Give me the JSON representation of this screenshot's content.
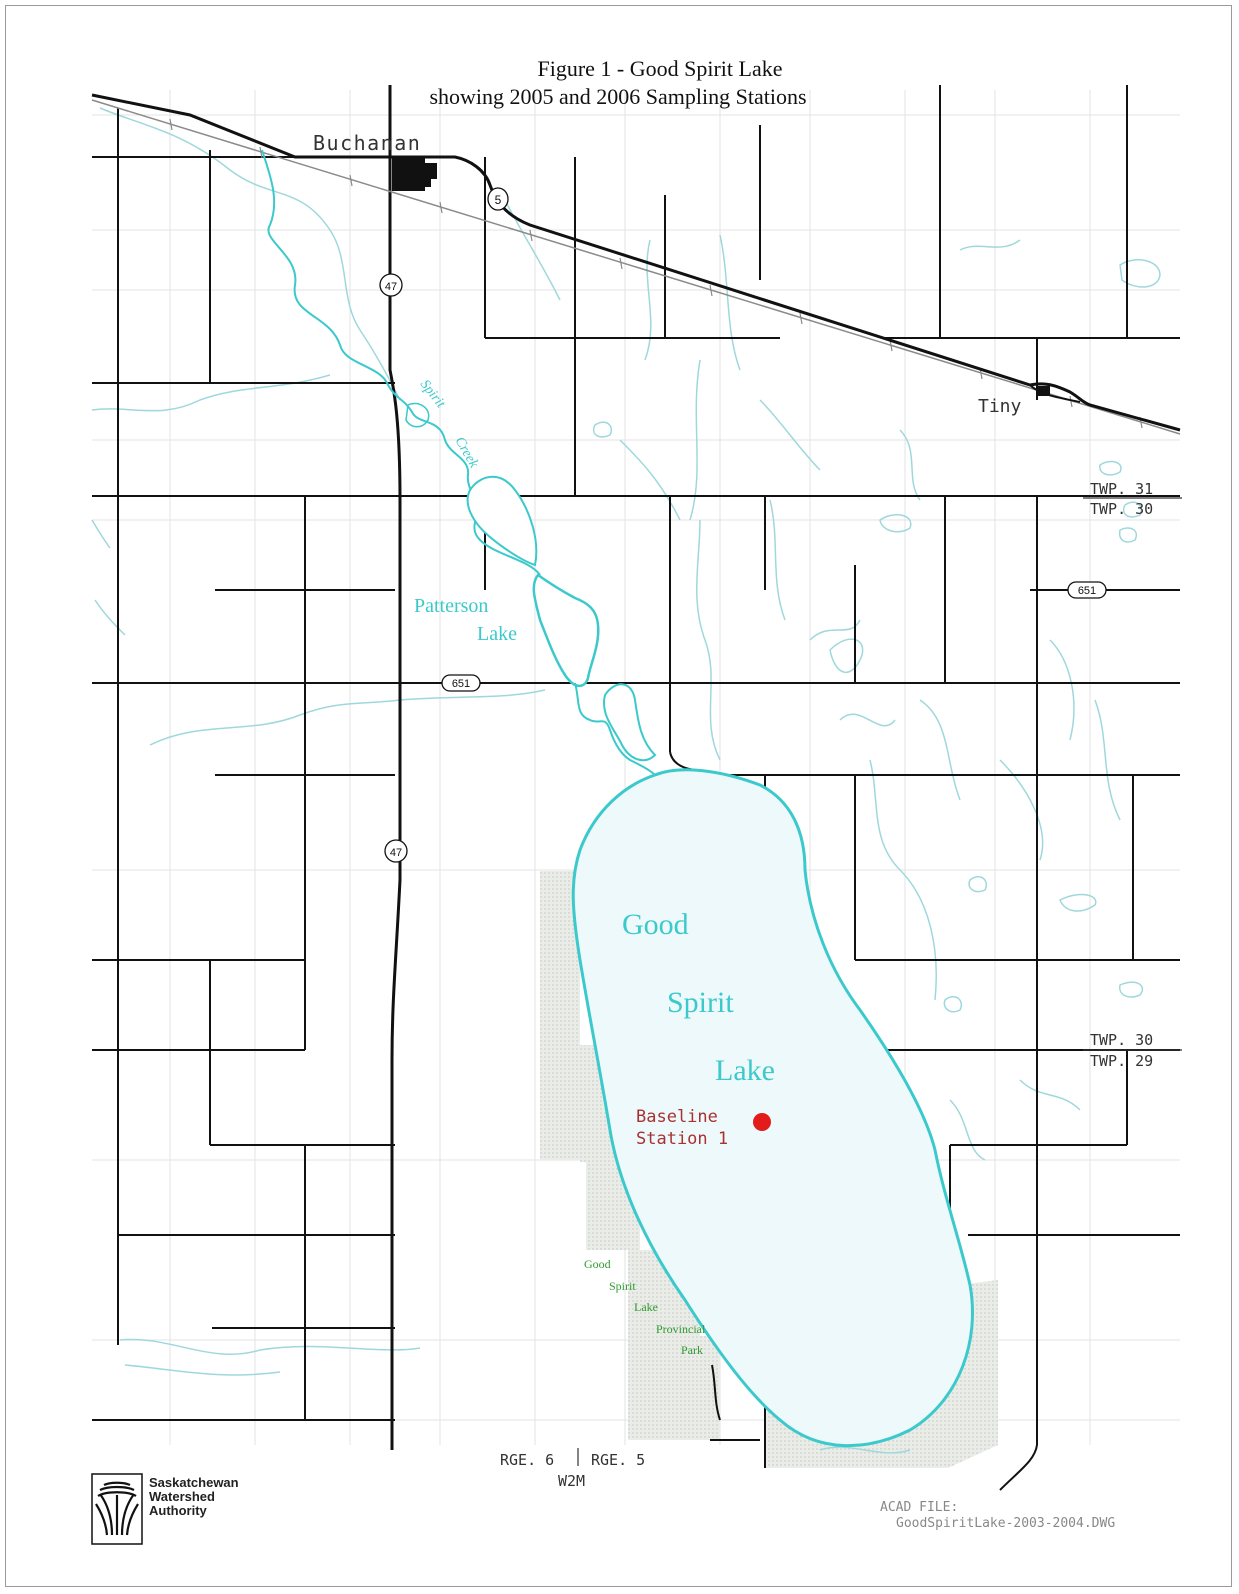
{
  "title": {
    "line1": "Figure 1 - Good Spirit Lake",
    "line2": "showing 2005 and 2006 Sampling Stations"
  },
  "places": {
    "buchanan": "Buchanan",
    "tiny": "Tiny"
  },
  "highways": {
    "hwy5": "5",
    "hwy47": "47",
    "hwy651": "651"
  },
  "water": {
    "creek_word1": "Spirit",
    "creek_word2": "Creek",
    "patterson_1": "Patterson",
    "patterson_2": "Lake",
    "gsl_1": "Good",
    "gsl_2": "Spirit",
    "gsl_3": "Lake"
  },
  "station": {
    "line1": "Baseline",
    "line2": "Station  1"
  },
  "park": {
    "l1": "Good",
    "l2": "Spirit",
    "l3": "Lake",
    "l4": "Provincial",
    "l5": "Park"
  },
  "townships": {
    "twp31": "TWP. 31",
    "twp30a": "TWP. 30",
    "twp30b": "TWP. 30",
    "twp29": "TWP. 29"
  },
  "ranges": {
    "rge6": "RGE. 6",
    "rge5": "RGE. 5",
    "w2m": "W2M"
  },
  "logo": {
    "line1": "Saskatchewan",
    "line2": "Watershed",
    "line3": "Authority",
    "icon": "wheat-sheaf-icon"
  },
  "acad": {
    "label": "ACAD FILE:",
    "file": "GoodSpiritLake-2003-2004.DWG"
  },
  "colors": {
    "water": "#3cc9cc",
    "lake_fill": "#eef9fb",
    "park": "#e4e8e2",
    "station": "#e21b1b",
    "park_text": "#2f9a2f",
    "station_text": "#a83232"
  }
}
